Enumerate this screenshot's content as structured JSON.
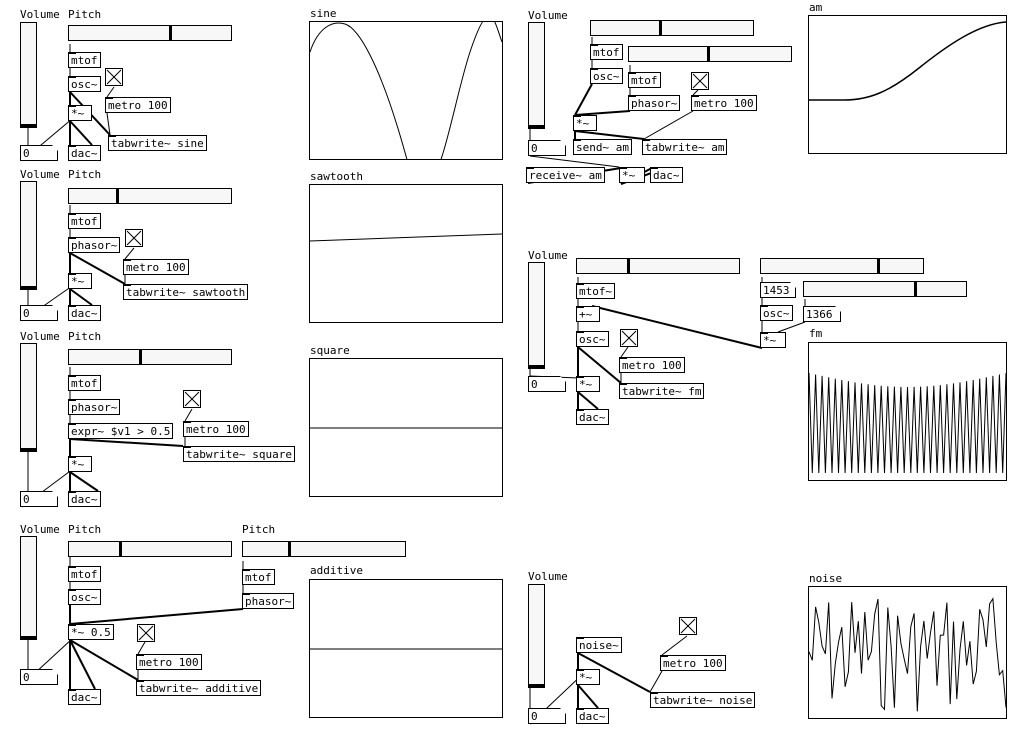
{
  "labels": {
    "volume": "Volume",
    "pitch": "Pitch"
  },
  "patch_sine": {
    "mtof": "mtof",
    "osc": "osc~",
    "metro": "metro 100",
    "mul": "*~",
    "dac": "dac~",
    "tabwrite": "tabwrite~ sine",
    "number": "0",
    "array": "sine",
    "volume_level": 0.0,
    "pitch_level": 0.62
  },
  "patch_saw": {
    "mtof": "mtof",
    "phasor": "phasor~",
    "metro": "metro 100",
    "mul": "*~",
    "dac": "dac~",
    "tabwrite": "tabwrite~ sawtooth",
    "number": "0",
    "array": "sawtooth",
    "volume_level": 0.0,
    "pitch_level": 0.3
  },
  "patch_square": {
    "mtof": "mtof",
    "phasor": "phasor~",
    "expr": "expr~ $v1 > 0.5",
    "metro": "metro 100",
    "mul": "*~",
    "dac": "dac~",
    "tabwrite": "tabwrite~ square",
    "number": "0",
    "array": "square",
    "volume_level": 0.0,
    "pitch_level": 0.43
  },
  "patch_additive": {
    "mtof1": "mtof",
    "osc": "osc~",
    "mtof2": "mtof",
    "phasor": "phasor~",
    "mul": "*~ 0.5",
    "metro": "metro 100",
    "dac": "dac~",
    "tabwrite": "tabwrite~ additive",
    "number": "0",
    "array": "additive",
    "volume_level": 0.0,
    "pitch_level_1": 0.32,
    "pitch_level_2": 0.29
  },
  "patch_am": {
    "mtof1": "mtof",
    "osc": "osc~",
    "mtof2": "mtof",
    "phasor": "phasor~",
    "metro": "metro 100",
    "mul1": "*~",
    "send": "send~ am",
    "tabwrite": "tabwrite~ am",
    "receive": "receive~ am",
    "mul2": "*~",
    "dac": "dac~",
    "number": "0",
    "array": "am",
    "volume_level": 0.0,
    "pitch_level_1": 0.42,
    "pitch_level_2": 0.48
  },
  "patch_fm": {
    "mtof": "mtof~",
    "add": "+~",
    "osc1": "osc~",
    "metro": "metro 100",
    "mul1": "*~",
    "dac": "dac~",
    "tabwrite": "tabwrite~ fm",
    "num_a": "1453",
    "osc2": "osc~",
    "num_b": "1366",
    "mul2": "*~",
    "number": "0",
    "array": "fm",
    "volume_level": 0.0,
    "pitch_level": 0.31,
    "pitch_level_2": 0.72,
    "pitch_level_3": 0.68
  },
  "patch_noise": {
    "noise": "noise~",
    "metro": "metro 100",
    "mul": "*~",
    "dac": "dac~",
    "tabwrite": "tabwrite~ noise",
    "number": "0",
    "array": "noise",
    "volume_level": 0.0
  }
}
